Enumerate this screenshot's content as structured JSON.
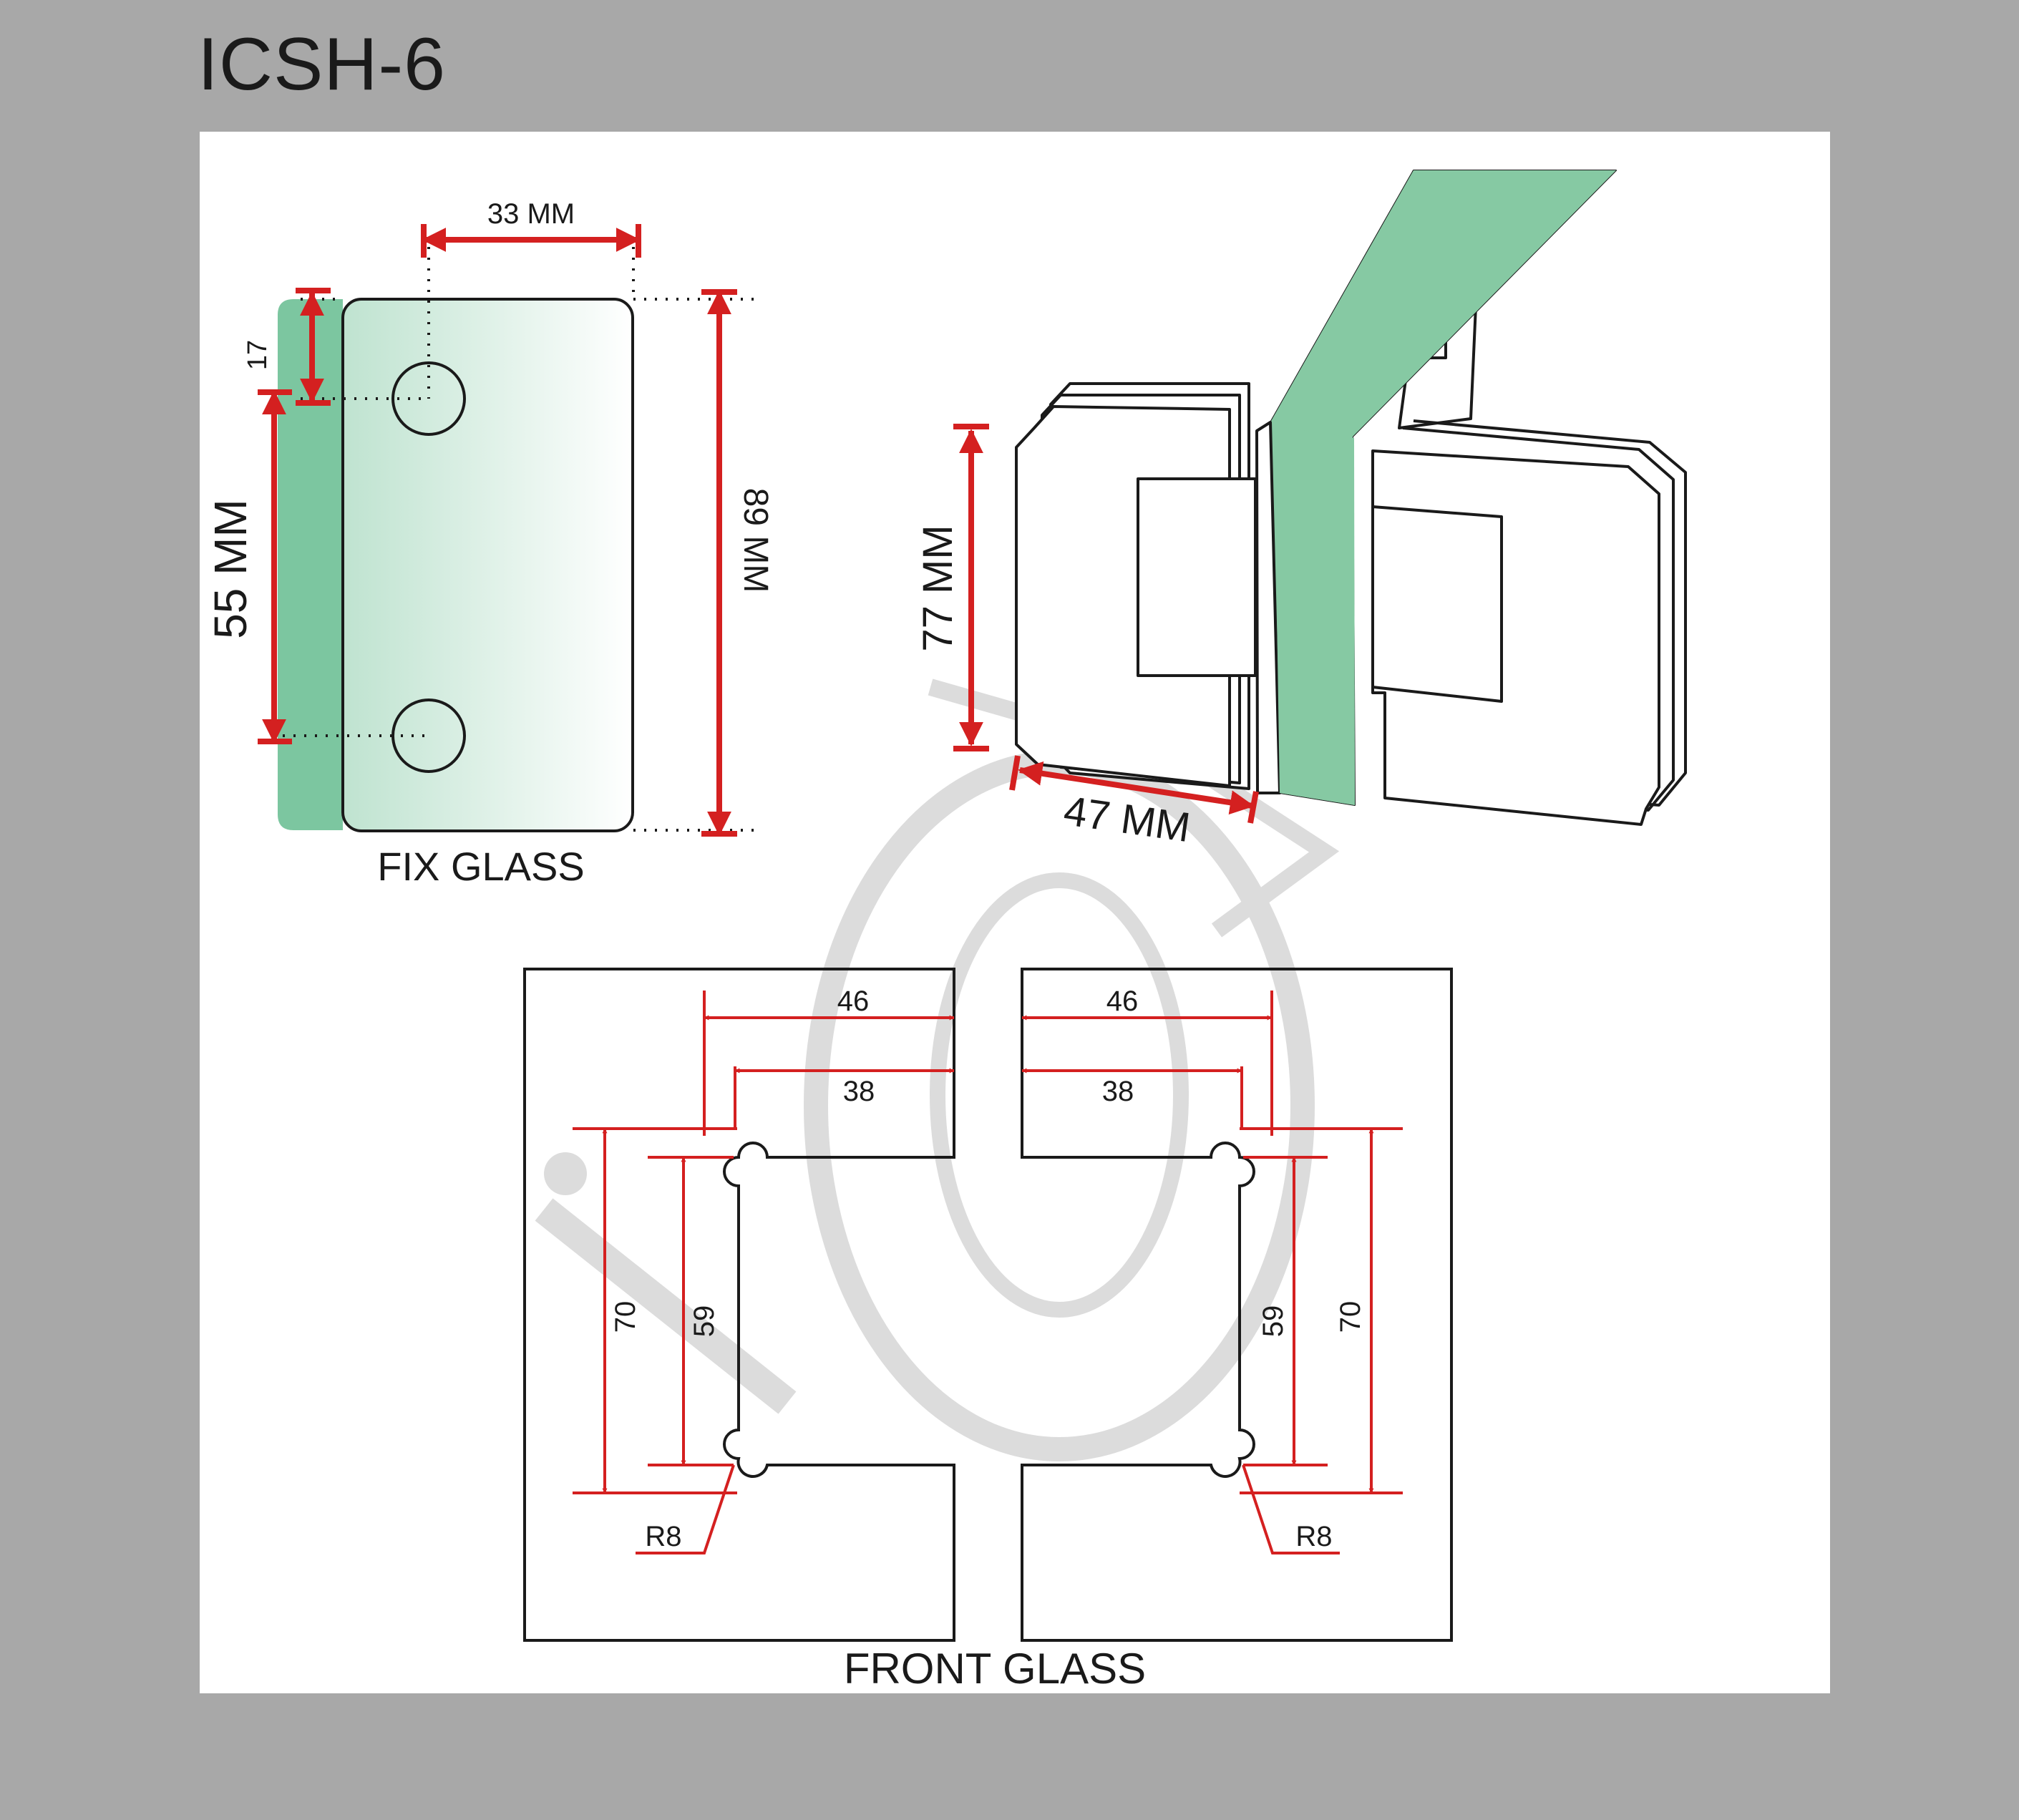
{
  "title": "ICSH-6",
  "fix_glass": {
    "caption": "FIX GLASS",
    "dim_width": "33 MM",
    "dim_top": "17",
    "dim_hole_spacing": "55 MM",
    "dim_height": "89 MM"
  },
  "hinge_3d": {
    "dim_height": "77 MM",
    "dim_depth": "47 MM"
  },
  "front_glass": {
    "caption": "FRONT GLASS",
    "left": {
      "outer_width": "46",
      "inner_width": "38",
      "outer_height": "70",
      "inner_height": "59",
      "radius": "R8"
    },
    "right": {
      "outer_width": "46",
      "inner_width": "38",
      "outer_height": "70",
      "inner_height": "59",
      "radius": "R8"
    }
  },
  "colors": {
    "background": "#a8a8a8",
    "panel": "#ffffff",
    "dimension": "#d42020",
    "glass": "#86c9a3",
    "outline": "#1a1a1a",
    "watermark": "#d8d8d8"
  }
}
